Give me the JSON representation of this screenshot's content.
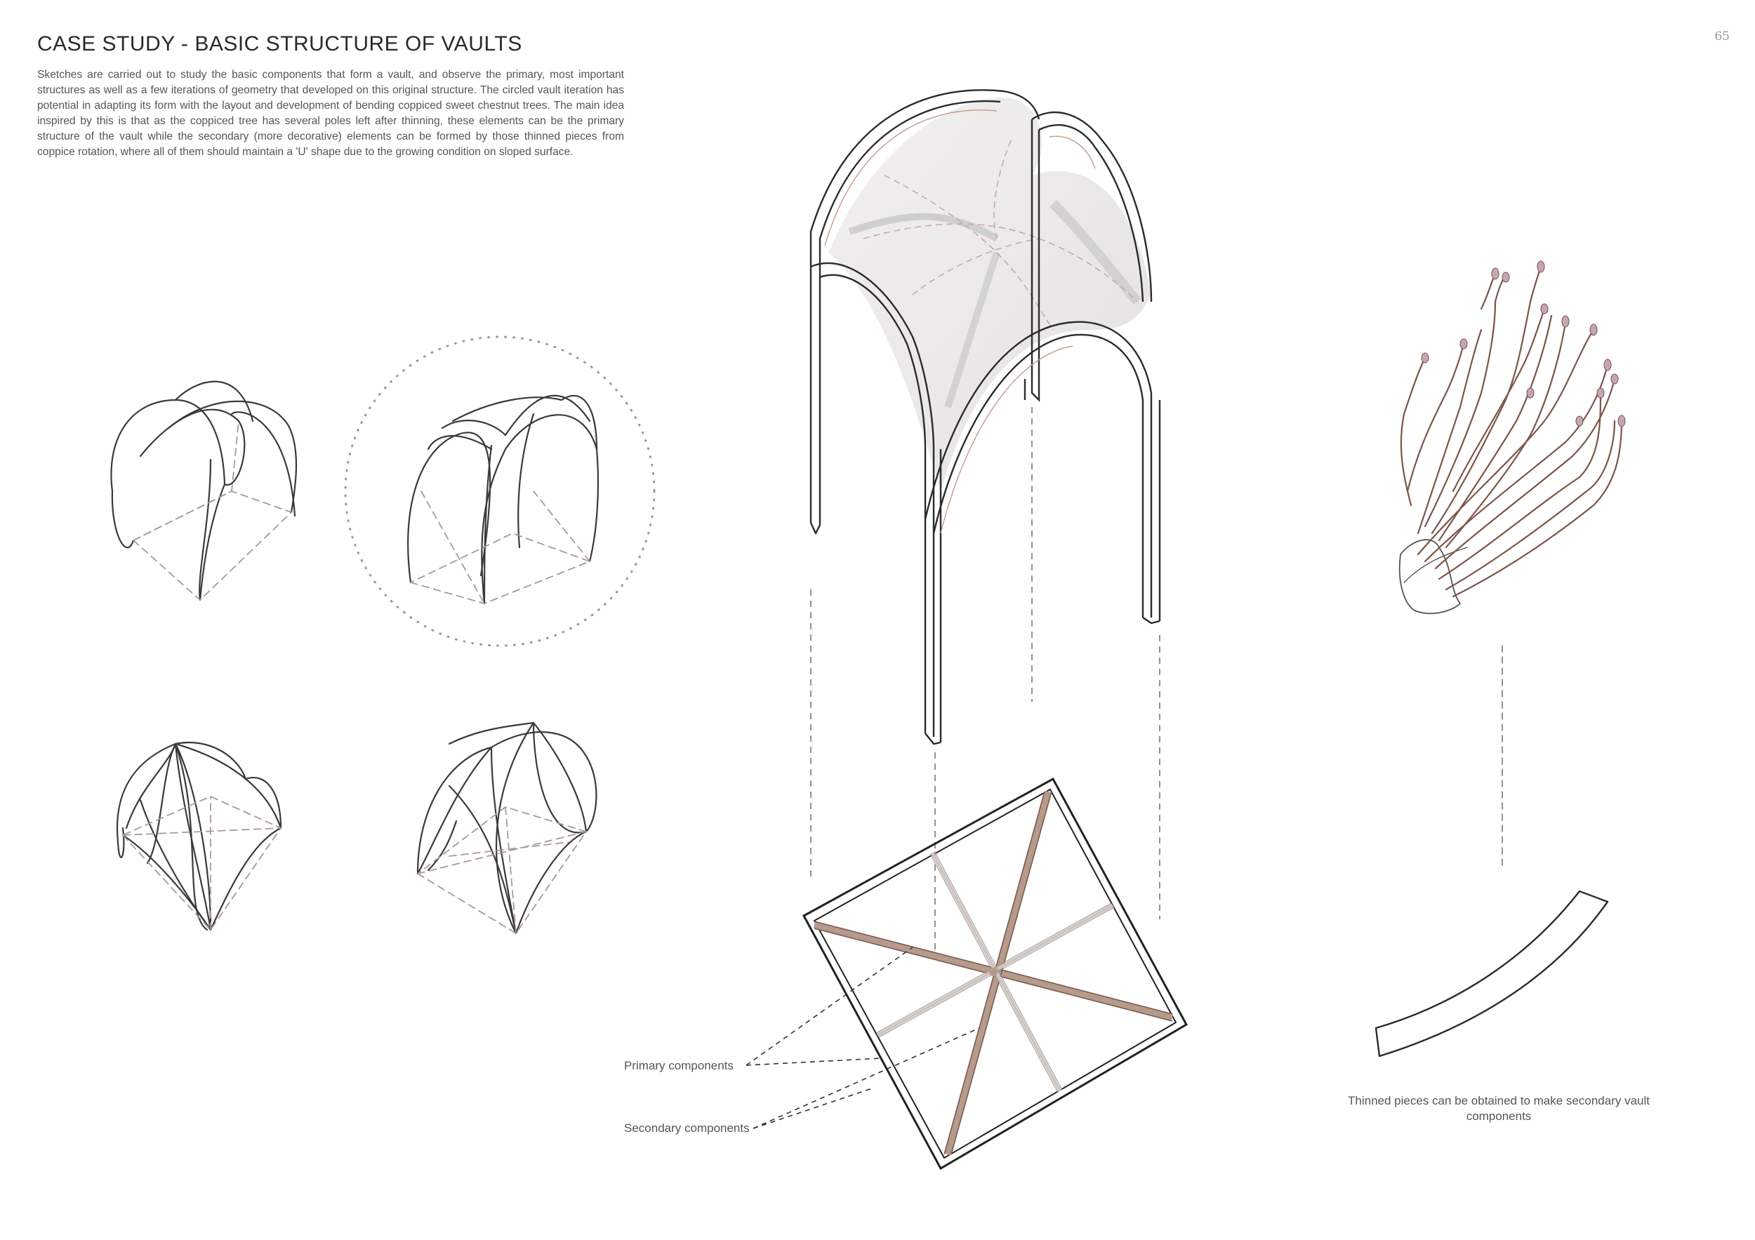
{
  "page": {
    "number": "65",
    "title": "CASE STUDY - BASIC STRUCTURE OF VAULTS",
    "intro": "Sketches are carried out to study the basic components that form a vault, and observe the primary, most important structures as well as a few iterations of geometry that developed on this original structure. The circled vault iteration has potential in adapting its form with the layout and development of bending coppiced sweet chestnut trees. The main idea inspired by this is that as the coppiced tree has several poles left after thinning, these elements can be the primary structure of the vault while the secondary (more decorative) elements can be formed by those thinned pieces from coppice rotation, where all of them should maintain a 'U' shape due to the growing condition on sloped surface."
  },
  "labels": {
    "primary": "Primary components",
    "secondary": "Secondary components",
    "thinned": "Thinned pieces can be obtained to make secondary vault components"
  },
  "colors": {
    "ink": "#2b2b2b",
    "timber": "#b59a8d",
    "timber_dark": "#8b6a5c",
    "guide": "#a89a95",
    "shell": "#d9d6d2"
  }
}
